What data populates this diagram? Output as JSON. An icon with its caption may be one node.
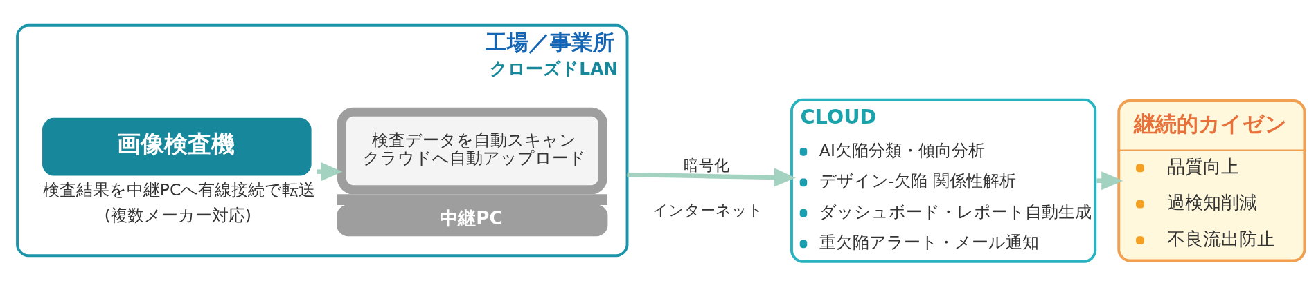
{
  "diagram": {
    "nodes": [
      {
        "text": [
          "工場／事業所",
          "クローズドLAN"
        ]
      },
      {
        "text": [
          "画像検査機"
        ],
        "in": 0,
        "beside": [
          "検査結果を中継PCへ有線接続で転送",
          "(複数メーカー対応)"
        ]
      },
      {
        "text": [
          "検査データを自動スキャン",
          "クラウドへ自動アップロード",
          "中継PC"
        ],
        "in": 0
      },
      {
        "text": [
          "CLOUD",
          "AI欠陥分類・傾向分析",
          "デザイン-欠陥 関係性解析",
          "ダッシュボード・レポート自動生成",
          "重欠陥アラート・メール通知"
        ]
      },
      {
        "text": [
          "継続的カイゼン",
          "品質向上",
          "過検知削減",
          "不良流出防止"
        ]
      }
    ],
    "edges": [
      {
        "from": 1,
        "to": 2,
        "arrow": "to"
      },
      {
        "from": 0,
        "to": 3,
        "arrow": "to",
        "label": "暗号化"
      },
      {
        "from": 3,
        "to": 4,
        "arrow": "to"
      }
    ],
    "labels": [
      "インターネット"
    ]
  }
}
